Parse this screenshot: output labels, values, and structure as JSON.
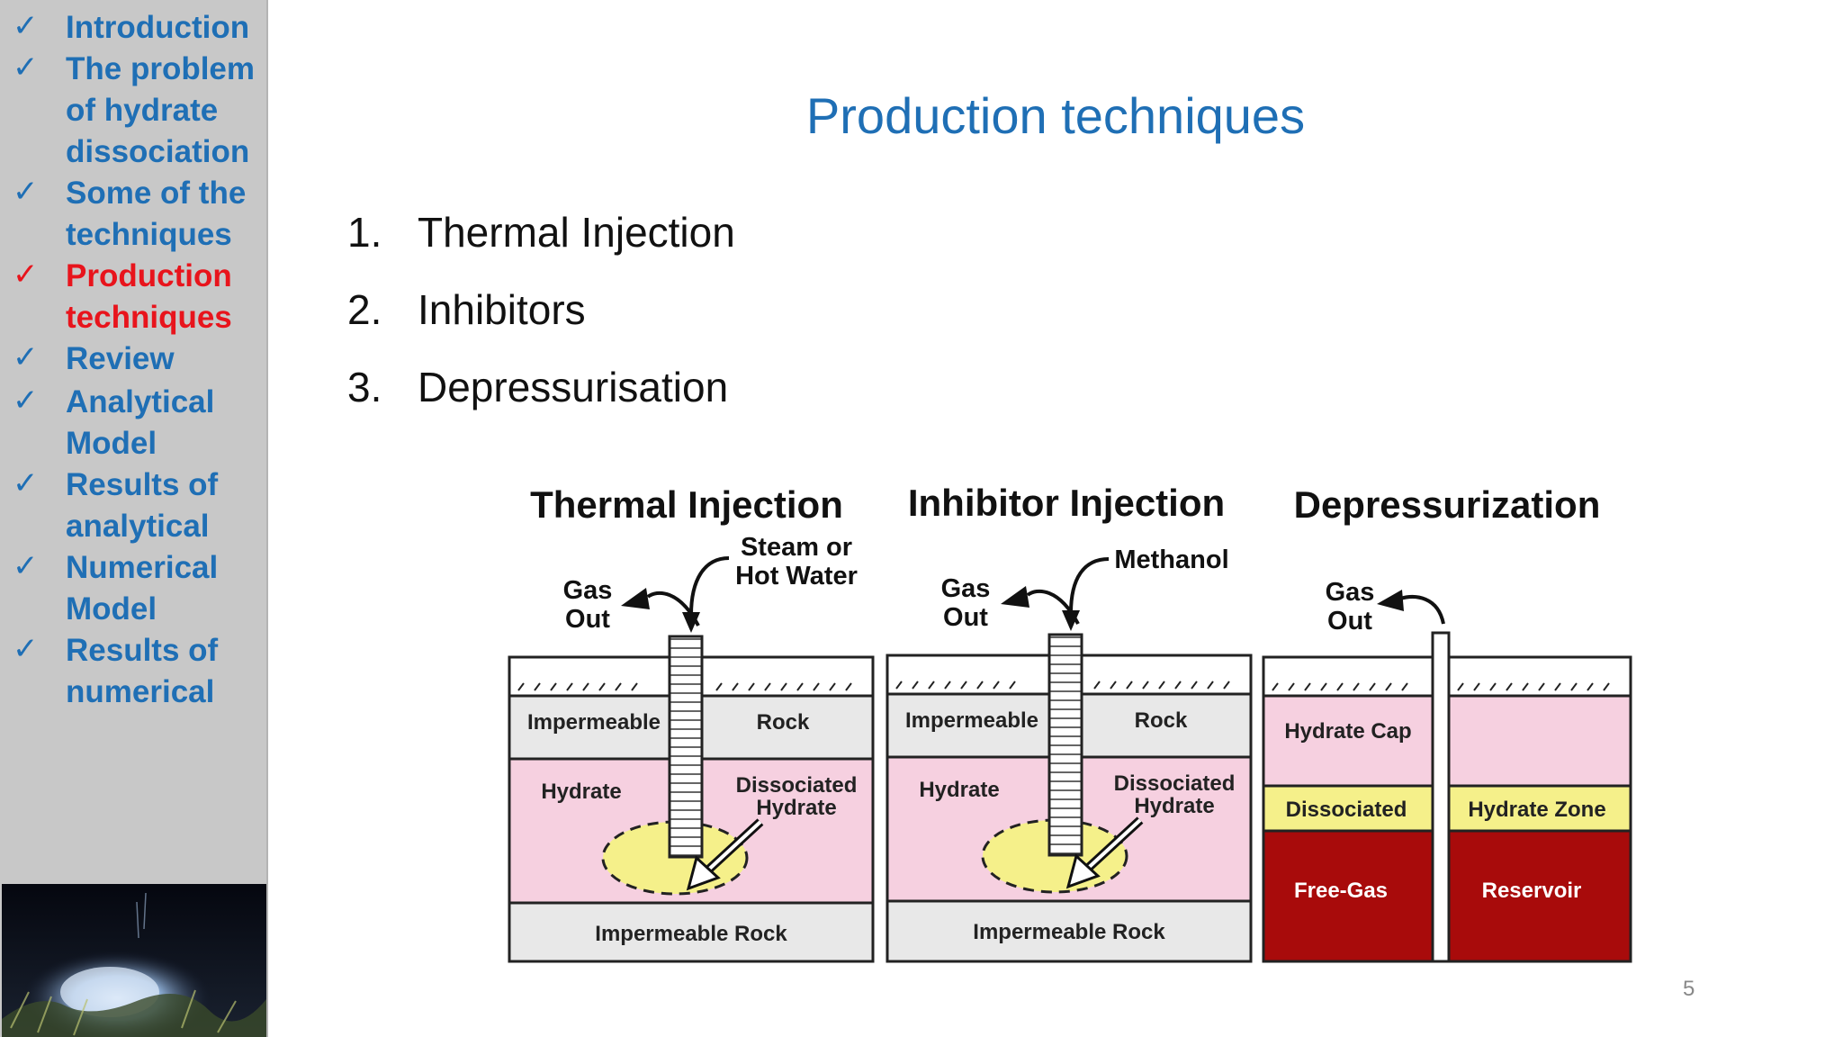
{
  "sidebar": {
    "items": [
      {
        "check": "✓",
        "label": "Introduction",
        "active": false
      },
      {
        "check": "✓",
        "label": "The problem of hydrate dissociation",
        "active": false
      },
      {
        "check": "✓",
        "label": "Some of the techniques",
        "active": false
      },
      {
        "check": "✓",
        "label": "Production techniques",
        "active": true
      },
      {
        "check": "✓",
        "label": "Review",
        "active": false
      },
      {
        "check": "✓",
        "label": "Analytical Model",
        "active": false
      },
      {
        "check": "✓",
        "label": "Results of analytical",
        "active": false
      },
      {
        "check": "✓",
        "label": "Numerical Model",
        "active": false
      },
      {
        "check": "✓",
        "label": "Results of numerical",
        "active": false
      }
    ]
  },
  "slide": {
    "title": "Production techniques",
    "bullets": [
      {
        "num": "1.",
        "text": "Thermal Injection"
      },
      {
        "num": "2.",
        "text": "Inhibitors"
      },
      {
        "num": "3.",
        "text": "Depressurisation"
      }
    ],
    "page_number": "5"
  },
  "figure": {
    "thermal": {
      "title": "Thermal Injection",
      "gas_out_1": "Gas",
      "gas_out_2": "Out",
      "inject_1": "Steam or",
      "inject_2": "Hot Water",
      "top_left": "Impermeable",
      "top_right": "Rock",
      "hydrate": "Hydrate",
      "dissoc_1": "Dissociated",
      "dissoc_2": "Hydrate",
      "bottom": "Impermeable Rock"
    },
    "inhibitor": {
      "title": "Inhibitor Injection",
      "gas_out_1": "Gas",
      "gas_out_2": "Out",
      "inject": "Methanol",
      "top_left": "Impermeable",
      "top_right": "Rock",
      "hydrate": "Hydrate",
      "dissoc_1": "Dissociated",
      "dissoc_2": "Hydrate",
      "bottom": "Impermeable Rock"
    },
    "depress": {
      "title": "Depressurization",
      "gas_out_1": "Gas",
      "gas_out_2": "Out",
      "cap": "Hydrate Cap",
      "dissociated": "Dissociated",
      "zone": "Hydrate Zone",
      "free_gas": "Free-Gas",
      "reservoir": "Reservoir"
    },
    "colors": {
      "rock": "#e8e8e8",
      "hydrate": "#f6d0e0",
      "dissociated_zone": "#f5f08a",
      "gas_reservoir": "#a80b0b"
    }
  }
}
